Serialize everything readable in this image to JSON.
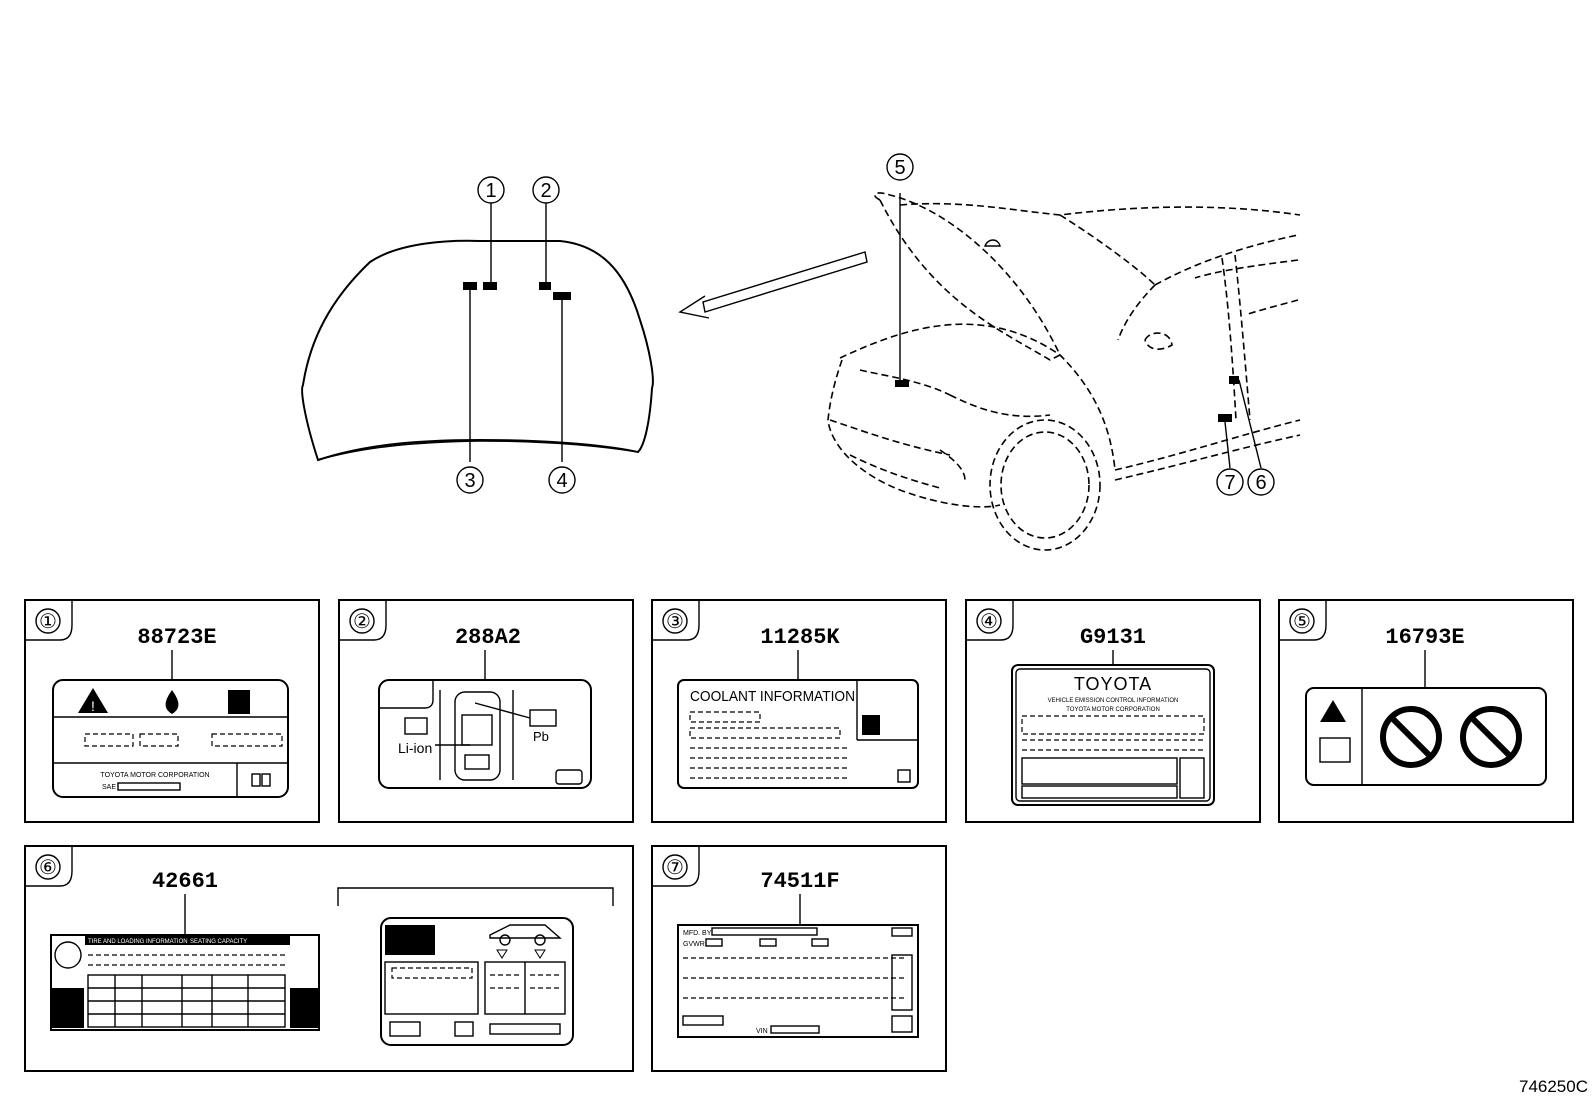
{
  "drawing_number": "746250C",
  "callouts": [
    {
      "num": "①",
      "part": "88723E"
    },
    {
      "num": "②",
      "part": "288A2"
    },
    {
      "num": "③",
      "part": "11285K"
    },
    {
      "num": "④",
      "part": "G9131"
    },
    {
      "num": "⑤",
      "part": "16793E"
    },
    {
      "num": "⑥",
      "part": "42661"
    },
    {
      "num": "⑦",
      "part": "74511F"
    }
  ],
  "labels": {
    "l1": {
      "row_text": "TOYOTA MOTOR CORPORATION",
      "sae": "SAE"
    },
    "l2": {
      "liion": "Li-ion",
      "pb": "Pb"
    },
    "l3": {
      "title": "COOLANT INFORMATION"
    },
    "l4": {
      "brand": "TOYOTA",
      "line1": "VEHICLE EMISSION CONTROL INFORMATION",
      "line2": "TOYOTA MOTOR CORPORATION"
    },
    "l6": {
      "header": "TIRE AND LOADING INFORMATION",
      "header2": "SEATING CAPACITY"
    },
    "l7": {
      "mfd": "MFD. BY",
      "gvwr": "GVWR",
      "vin": "VIN"
    }
  }
}
